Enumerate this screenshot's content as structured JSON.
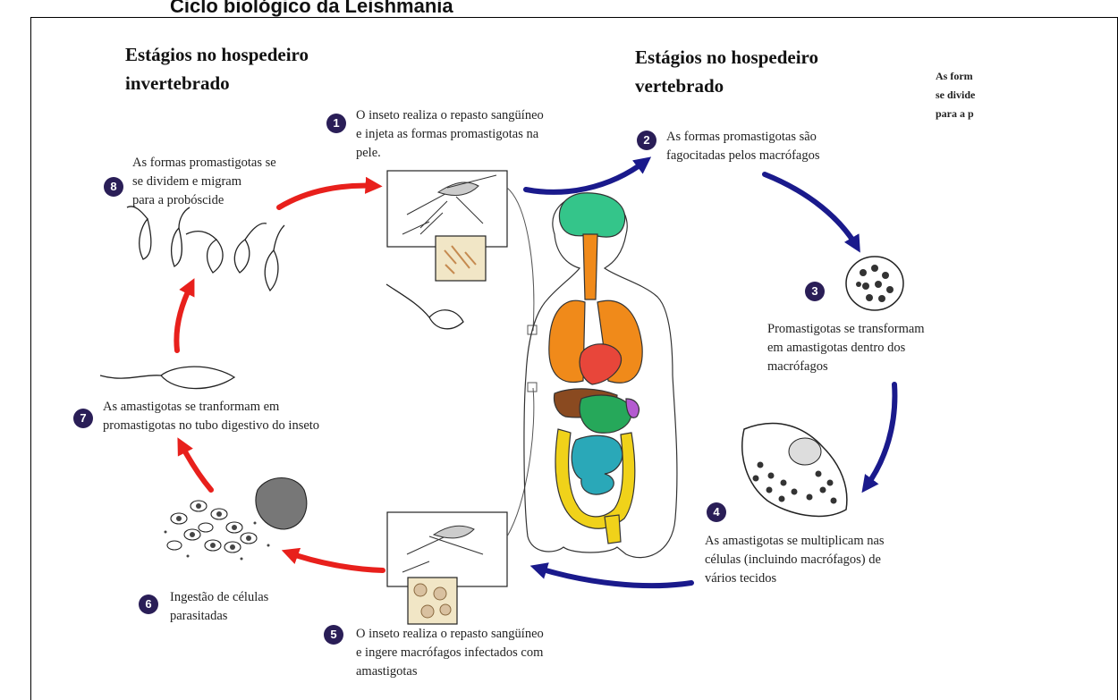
{
  "top_caption": "Ciclo biológico da Leishmania",
  "headings": {
    "invertebrate": [
      "Estágios no hospedeiro",
      "invertebrado"
    ],
    "vertebrate": [
      "Estágios no hospedeiro",
      "vertebrado"
    ]
  },
  "right_fragment": [
    "As form",
    "se divide",
    "para a p"
  ],
  "steps": [
    {
      "n": "1",
      "lines": [
        "O inseto realiza o repasto sangüíneo",
        "e injeta as formas promastigotas na",
        "pele."
      ]
    },
    {
      "n": "2",
      "lines": [
        "As formas promastigotas são",
        "fagocitadas pelos macrófagos"
      ]
    },
    {
      "n": "3",
      "lines": [
        "Promastigotas se transformam",
        "em amastigotas dentro dos",
        "macrófagos"
      ]
    },
    {
      "n": "4",
      "lines": [
        "As amastigotas se multiplicam nas",
        "células (incluindo macrófagos) de",
        "vários tecidos"
      ]
    },
    {
      "n": "5",
      "lines": [
        "O inseto realiza o repasto sangüíneo",
        "e ingere macrófagos infectados com",
        "amastigotas"
      ]
    },
    {
      "n": "6",
      "lines": [
        "Ingestão de células",
        "parasitadas"
      ]
    },
    {
      "n": "7",
      "lines": [
        "As amastigotas se tranformam em",
        "promastigotas no tubo digestivo do inseto"
      ]
    },
    {
      "n": "8",
      "lines": [
        "As formas promastigotas  se",
        "se dividem e migram",
        "para a probóscide"
      ]
    }
  ],
  "colors": {
    "blue_arrow": "#1a1a8c",
    "red_arrow": "#e8201c",
    "badge": "#2a1e57",
    "brain": "#34c58a",
    "lungs": "#f08a1a",
    "heart": "#e8463a",
    "stomach": "#26a85a",
    "liver": "#8a4a20",
    "spleen": "#b45ad0",
    "large_intestine": "#f0d21a",
    "small_intestine": "#2aa8b8"
  }
}
